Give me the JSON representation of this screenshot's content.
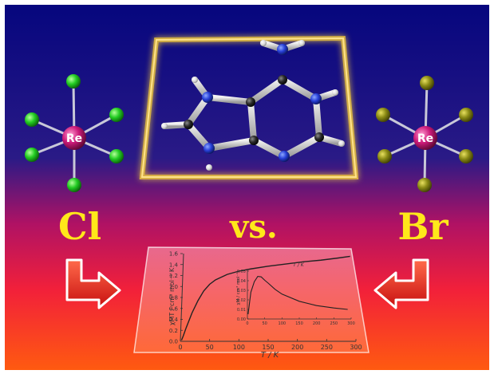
{
  "labels": {
    "left": "Cl",
    "middle": "vs.",
    "right": "Br"
  },
  "complexes": {
    "left": {
      "center": "Re",
      "ligand_color": "#22cc22",
      "center_color": "#cc1a7a"
    },
    "right": {
      "center": "Re",
      "ligand_color": "#8a8a14",
      "center_color": "#cc1a7a"
    }
  },
  "colors": {
    "label_yellow": "#ffe81a",
    "arrow_red": "#e8231e",
    "frame_gold": "#f0c83c"
  },
  "inset_plot": {
    "ylabel": "χMT / cm³ mol⁻¹ K",
    "xlabel": "T / K",
    "y_ticks": [
      "0.0",
      "0.2",
      "0.4",
      "0.6",
      "0.8",
      "1.0",
      "1.2",
      "1.4",
      "1.6"
    ],
    "x_ticks": [
      "0",
      "50",
      "100",
      "150",
      "200",
      "250",
      "300"
    ],
    "inner_ylabel": "χM / cm³ mol⁻¹",
    "inner_xlabel": "T / K",
    "inner_y_ticks": [
      "0.00",
      "0.01",
      "0.02",
      "0.03",
      "0.04",
      "0.05"
    ],
    "inner_x_ticks": [
      "0",
      "50",
      "100",
      "150",
      "200",
      "250",
      "300"
    ]
  },
  "chart_data": [
    {
      "type": "line",
      "title": "",
      "xlabel": "T / K",
      "ylabel": "χMT / cm³ mol⁻¹ K",
      "xlim": [
        0,
        300
      ],
      "ylim": [
        0,
        1.6
      ],
      "series": [
        {
          "x": [
            2,
            5,
            10,
            20,
            30,
            40,
            50,
            60,
            80,
            100,
            120,
            150,
            180,
            210,
            240,
            270,
            290
          ],
          "y": [
            0.02,
            0.1,
            0.25,
            0.52,
            0.74,
            0.92,
            1.04,
            1.12,
            1.22,
            1.28,
            1.32,
            1.37,
            1.41,
            1.45,
            1.48,
            1.52,
            1.55
          ]
        }
      ]
    },
    {
      "type": "line",
      "title": "",
      "xlabel": "T / K",
      "ylabel": "χM / cm³ mol⁻¹",
      "xlim": [
        0,
        300
      ],
      "ylim": [
        0,
        0.05
      ],
      "series": [
        {
          "x": [
            2,
            10,
            20,
            30,
            40,
            50,
            60,
            80,
            100,
            150,
            200,
            250,
            290
          ],
          "y": [
            0.005,
            0.028,
            0.039,
            0.0445,
            0.044,
            0.0405,
            0.0375,
            0.031,
            0.026,
            0.0185,
            0.014,
            0.0115,
            0.01
          ]
        }
      ]
    }
  ]
}
